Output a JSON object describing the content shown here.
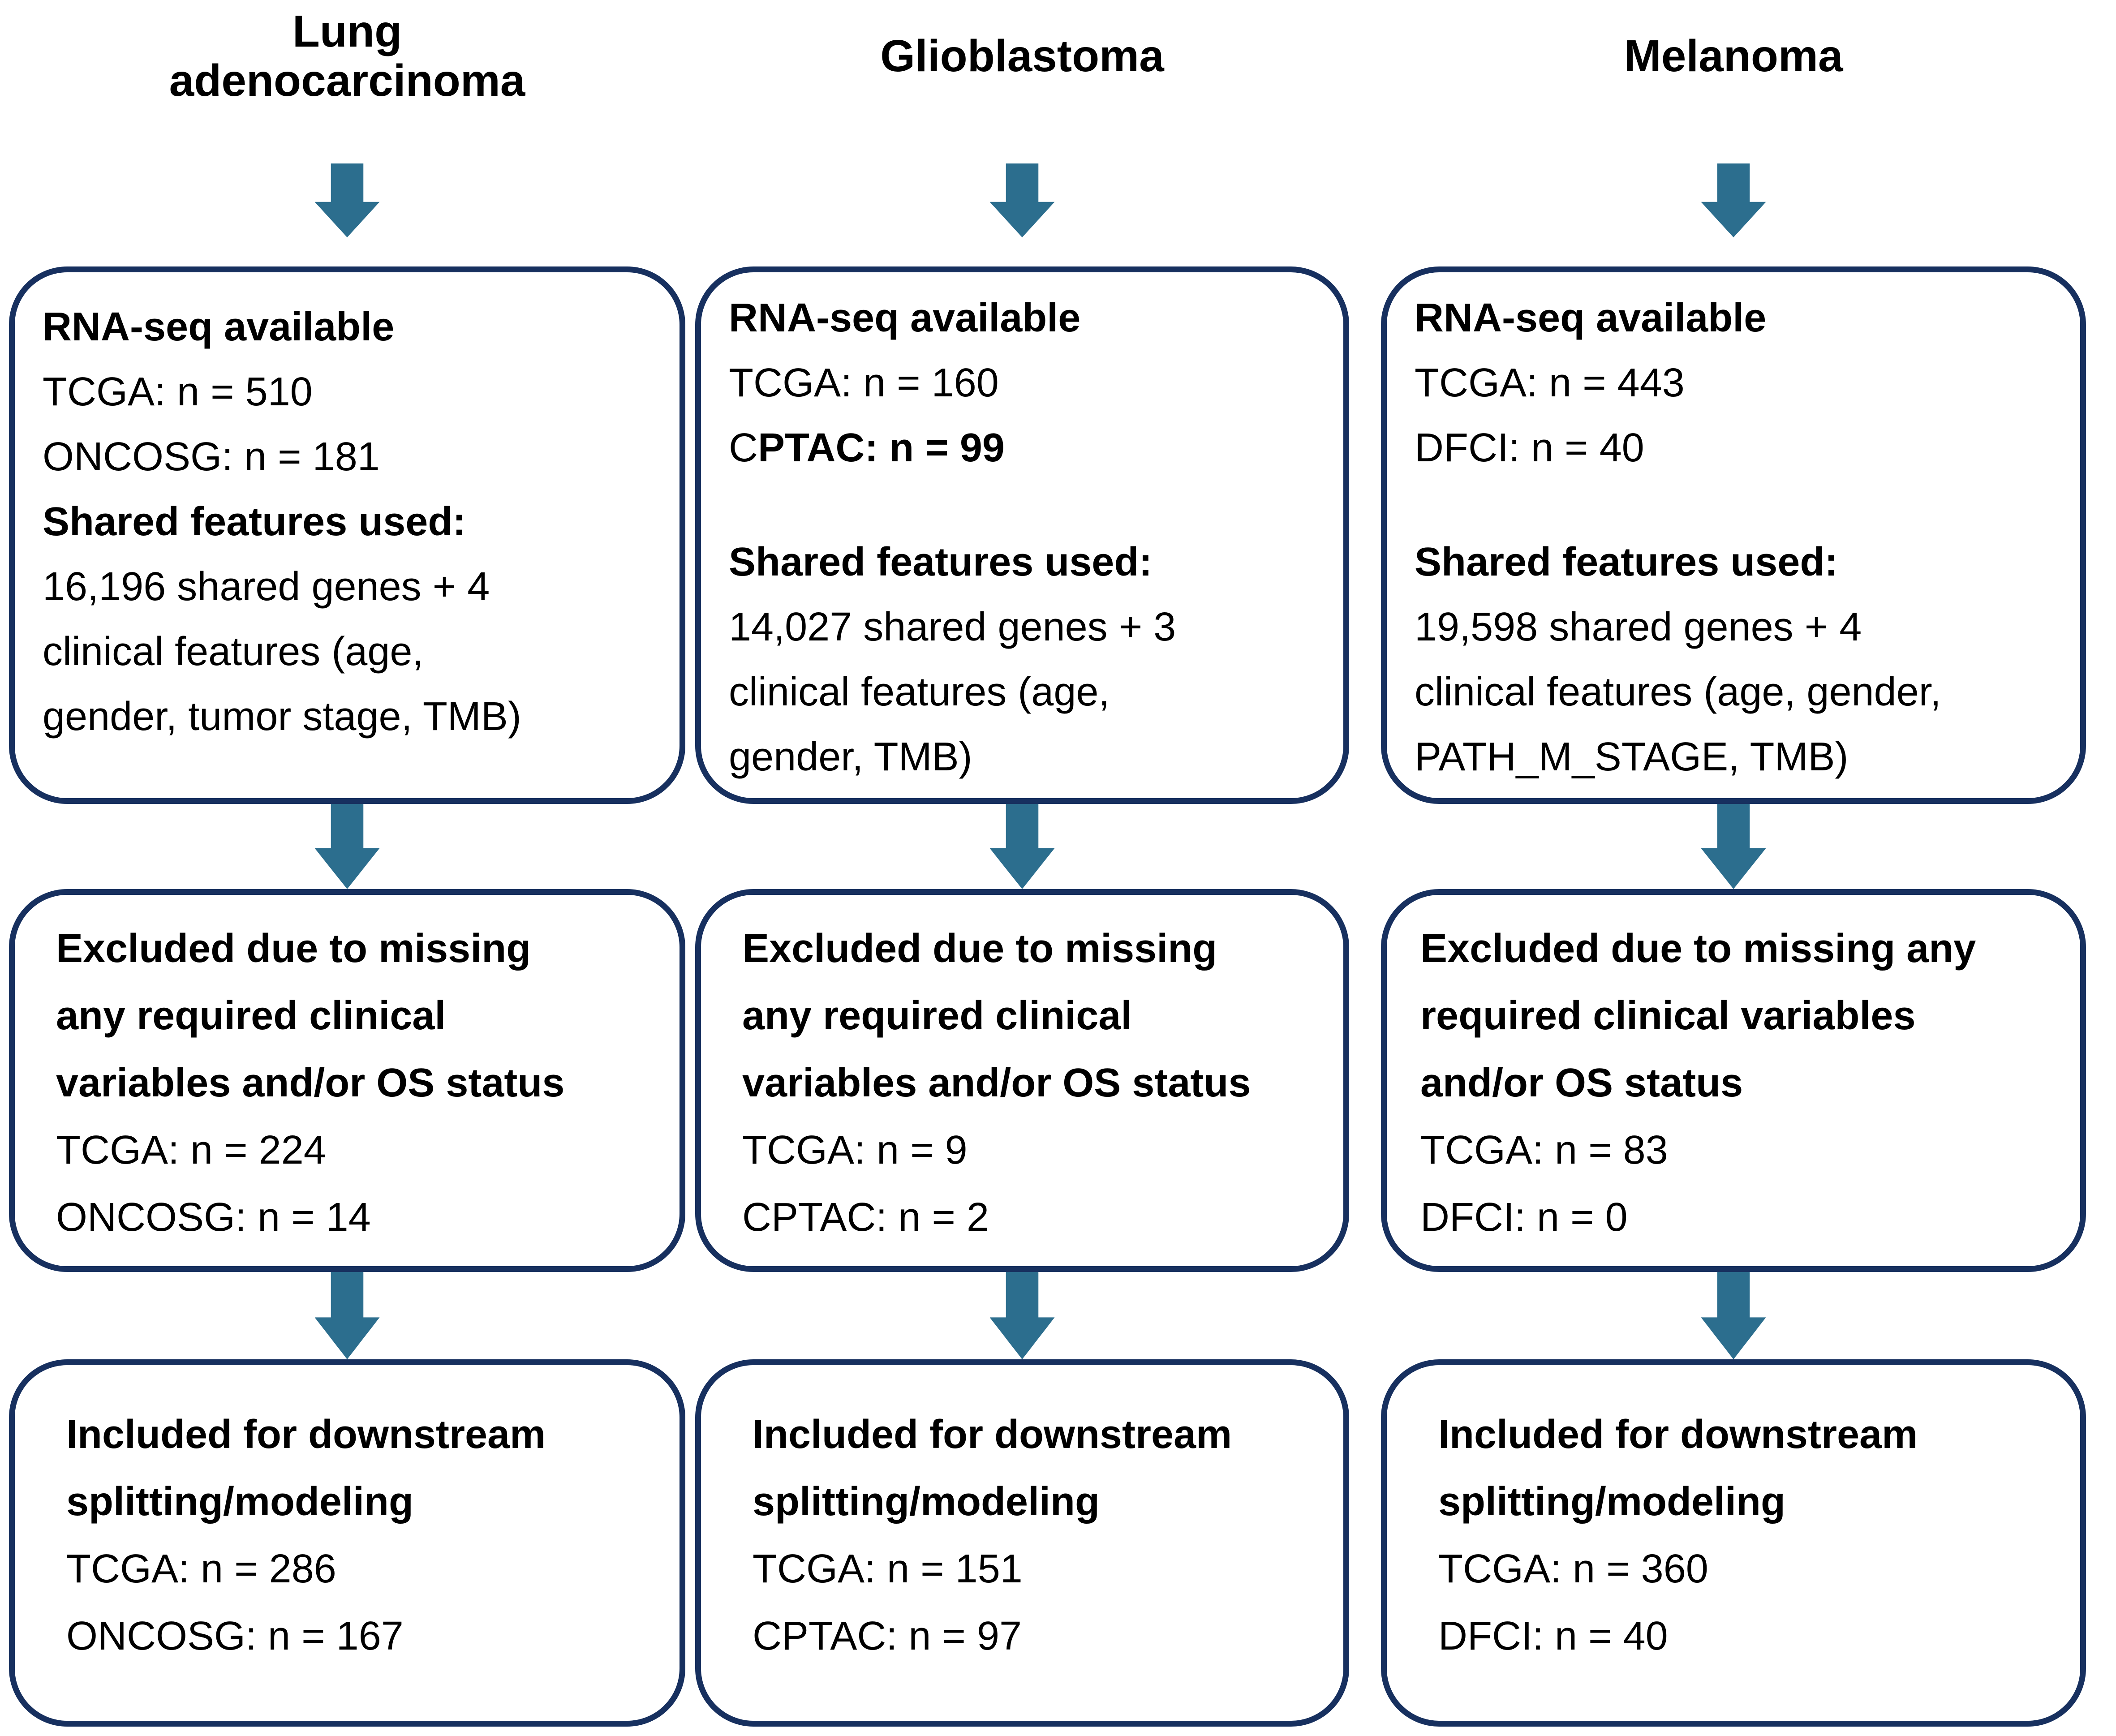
{
  "colors": {
    "background": "#FFFFFF",
    "box_border": "#17305F",
    "arrow_fill": "#2C6E8E",
    "text": "#000000"
  },
  "columns": [
    {
      "header": "Lung\nadenocarcinoma",
      "boxes": [
        {
          "lines": [
            {
              "text": "RNA-seq available",
              "bold": true
            },
            {
              "text": "TCGA: n = 510",
              "bold": false
            },
            {
              "text": "ONCOSG: n = 181",
              "bold": false
            },
            {
              "text": "Shared features used:",
              "bold": true
            },
            {
              "text": "16,196 shared genes + 4\nclinical features (age,\ngender, tumor stage, TMB)",
              "bold": false
            }
          ]
        },
        {
          "lines": [
            {
              "text": "Excluded due to missing\nany required clinical\nvariables and/or OS status",
              "bold": true
            },
            {
              "text": "TCGA: n = 224",
              "bold": false
            },
            {
              "text": "ONCOSG: n = 14",
              "bold": false
            }
          ]
        },
        {
          "lines": [
            {
              "text": "Included for downstream\nsplitting/modeling",
              "bold": true
            },
            {
              "text": "TCGA: n = 286",
              "bold": false
            },
            {
              "text": "ONCOSG: n = 167",
              "bold": false
            }
          ]
        }
      ]
    },
    {
      "header": "Glioblastoma",
      "boxes": [
        {
          "lines": [
            {
              "text": "RNA-seq available",
              "bold": true
            },
            {
              "text": "TCGA: n = 160",
              "bold": false
            },
            {
              "prefix": "C",
              "text": "PTAC: n = 99",
              "bold": true
            },
            {
              "text": "Shared features used:",
              "bold": true
            },
            {
              "text": "14,027 shared genes + 3\nclinical features (age,\ngender, TMB)",
              "bold": false
            }
          ]
        },
        {
          "lines": [
            {
              "text": "Excluded due to missing\nany required clinical\nvariables and/or OS status",
              "bold": true
            },
            {
              "text": "TCGA: n = 9",
              "bold": false
            },
            {
              "text": "CPTAC: n = 2",
              "bold": false
            }
          ]
        },
        {
          "lines": [
            {
              "text": "Included for downstream\nsplitting/modeling",
              "bold": true
            },
            {
              "text": "TCGA: n = 151",
              "bold": false
            },
            {
              "text": "CPTAC: n = 97",
              "bold": false
            }
          ]
        }
      ]
    },
    {
      "header": "Melanoma",
      "boxes": [
        {
          "lines": [
            {
              "text": "RNA-seq available",
              "bold": true
            },
            {
              "text": "TCGA: n = 443",
              "bold": false
            },
            {
              "text": "DFCI: n = 40",
              "bold": false
            },
            {
              "text": "Shared features used:",
              "bold": true
            },
            {
              "text": "19,598 shared genes + 4\nclinical features (age, gender,\nPATH_M_STAGE, TMB)",
              "bold": false
            }
          ]
        },
        {
          "lines": [
            {
              "text": "Excluded due to missing any\nrequired clinical variables\nand/or OS status",
              "bold": true
            },
            {
              "text": "TCGA: n = 83",
              "bold": false
            },
            {
              "text": "DFCI: n = 0",
              "bold": false
            }
          ]
        },
        {
          "lines": [
            {
              "text": "Included for downstream\nsplitting/modeling",
              "bold": true
            },
            {
              "text": "TCGA: n = 360",
              "bold": false
            },
            {
              "text": "DFCI: n = 40",
              "bold": false
            }
          ]
        }
      ]
    }
  ]
}
